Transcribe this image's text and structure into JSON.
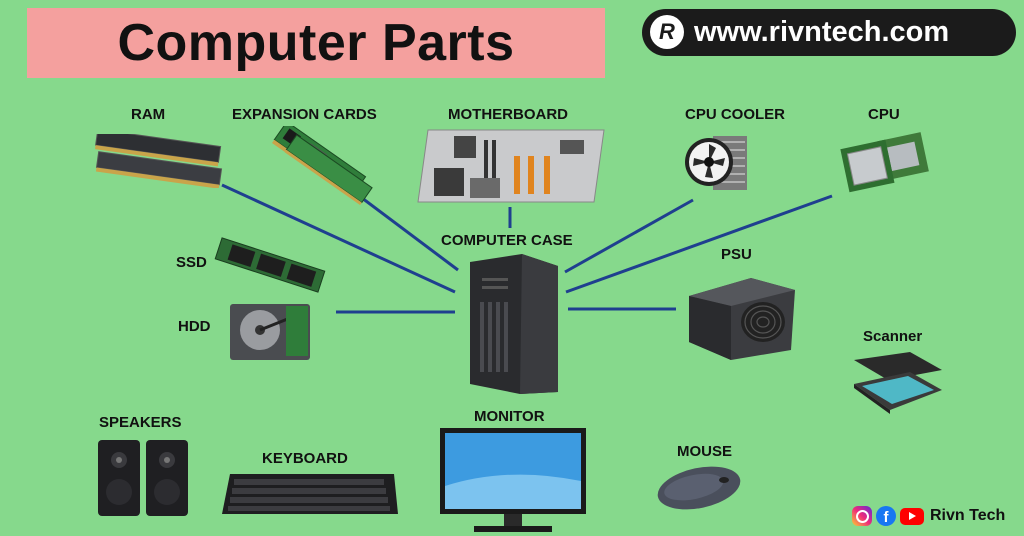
{
  "header": {
    "title": "Computer Parts",
    "site_url": "www.rivntech.com",
    "site_logo_letter": "R"
  },
  "labels": {
    "ram": "RAM",
    "expansion_cards": "EXPANSION CARDS",
    "motherboard": "MOTHERBOARD",
    "cpu_cooler": "CPU COOLER",
    "cpu": "CPU",
    "ssd": "SSD",
    "computer_case": "COMPUTER CASE",
    "psu": "PSU",
    "hdd": "HDD",
    "scanner": "Scanner",
    "speakers": "SPEAKERS",
    "monitor": "MONITOR",
    "keyboard": "KEYBOARD",
    "mouse": "MOUSE"
  },
  "footer": {
    "brand": "Rivn Tech",
    "social_icons": [
      "instagram-icon",
      "facebook-icon",
      "youtube-icon"
    ]
  },
  "colors": {
    "background": "#86d98c",
    "title_band": "#f4a09e",
    "connector_line": "#1f3f8f",
    "site_pill": "#1b1b1b"
  }
}
